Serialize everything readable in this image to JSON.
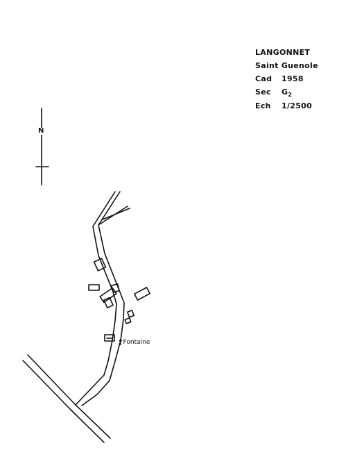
{
  "cartouche": {
    "commune": "LANGONNET",
    "lieu": "Saint Guenole",
    "cad_label": "Cad",
    "cad_value": "1958",
    "sec_label": "Sec",
    "sec_letter": "G",
    "sec_number": "2",
    "ech_label": "Ech",
    "ech_value": "1/2500"
  },
  "north_arrow": {
    "label": "N"
  },
  "map": {
    "fontaine_label": "Fontaine",
    "fontaine_symbol": "†",
    "line_color": "#111111",
    "background": "#ffffff"
  }
}
